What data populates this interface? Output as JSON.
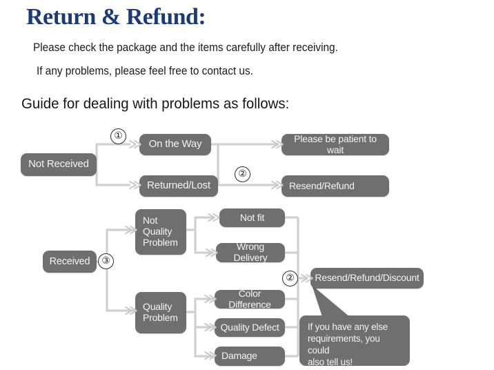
{
  "header": {
    "title": "Return & Refund:",
    "intro_line_1": "Please check the package and the items carefully after receiving.",
    "intro_line_2": "If any problems, please feel free to contact us.",
    "subtitle": "Guide for dealing with problems as follows:"
  },
  "colors": {
    "title": "#1d3a78",
    "node_fill": "#6f6f6f",
    "node_text": "#f4f4f4",
    "wire": "#d0d0d0",
    "arrow": "#c9c9c9",
    "background": "#ffffff"
  },
  "flow": {
    "nodes": {
      "not_received": "Not Received",
      "on_the_way": "On the Way",
      "returned_lost": "Returned/Lost",
      "please_wait": "Please be patient to wait",
      "resend_refund": "Resend/Refund",
      "received": "Received",
      "not_quality_problem": "Not\nQuality\nProblem",
      "quality_problem": "Quality\nProblem",
      "not_fit": "Not fit",
      "wrong_delivery": "Wrong Delivery",
      "color_difference": "Color Difference",
      "quality_defect": "Quality Defect",
      "damage": "Damage",
      "resend_refund_discount": "Resend/Refund/Discount"
    },
    "markers": {
      "m1": "①",
      "m2_top": "②",
      "m3": "③",
      "m2_bottom": "②"
    },
    "arrow_glyph": "≫",
    "callout": "If you have any else\nrequirements, you could\nalso tell us!"
  }
}
